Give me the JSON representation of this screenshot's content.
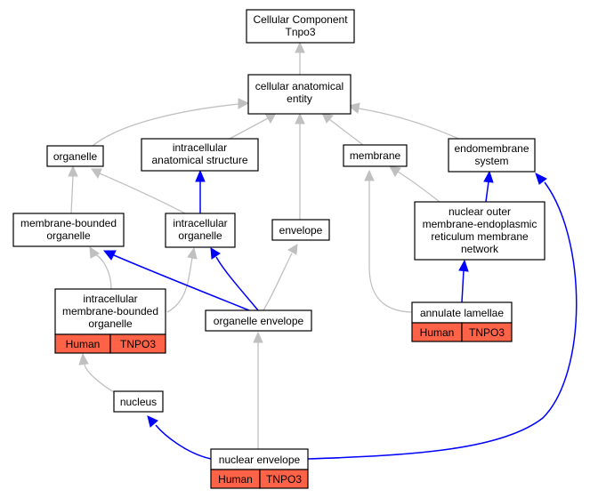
{
  "nodes": {
    "root": [
      "Cellular Component",
      "Tnpo3"
    ],
    "cae": [
      "cellular anatomical",
      "entity"
    ],
    "organelle": [
      "organelle"
    ],
    "ias": [
      "intracellular",
      "anatomical structure"
    ],
    "membrane": [
      "membrane"
    ],
    "endo": [
      "endomembrane",
      "system"
    ],
    "mbo": [
      "membrane-bounded",
      "organelle"
    ],
    "io": [
      "intracellular",
      "organelle"
    ],
    "envelope": [
      "envelope"
    ],
    "nomer": [
      "nuclear outer",
      "membrane-endoplasmic",
      "reticulum membrane",
      "network"
    ],
    "imbo": [
      "intracellular",
      "membrane-bounded",
      "organelle"
    ],
    "oe": [
      "organelle envelope"
    ],
    "al": [
      "annulate lamellae"
    ],
    "nucleus": [
      "nucleus"
    ],
    "ne": [
      "nuclear envelope"
    ]
  },
  "annotations": {
    "imbo": [
      "Human",
      "TNPO3"
    ],
    "al": [
      "Human",
      "TNPO3"
    ],
    "ne": [
      "Human",
      "TNPO3"
    ]
  },
  "colors": {
    "is_a_edge": "#c0c0c0",
    "part_of_edge": "#0000ff",
    "annotation_fill": "#ff6347"
  }
}
